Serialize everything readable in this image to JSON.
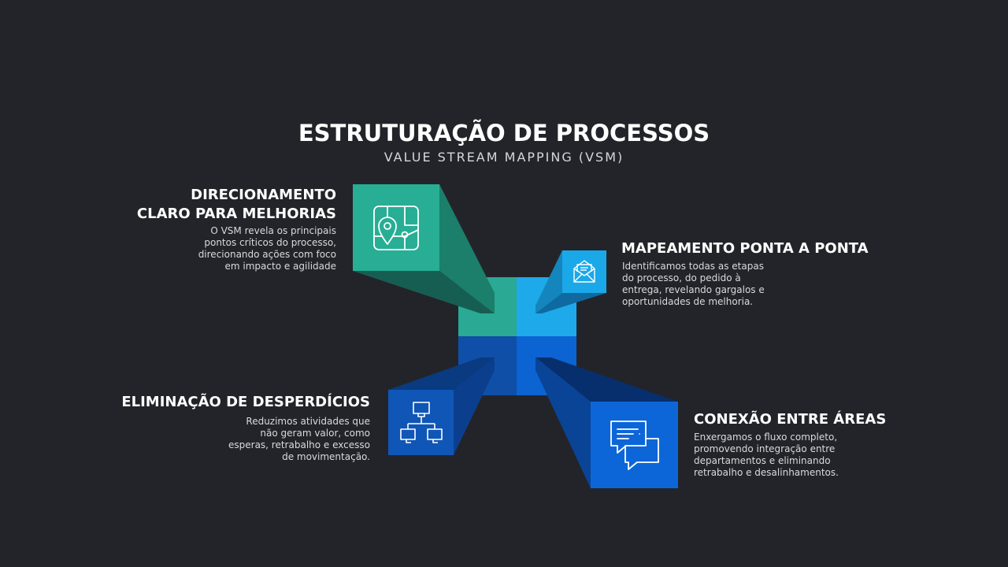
{
  "header": {
    "title": "ESTRUTURAÇÃO DE PROCESSOS",
    "subtitle": "VALUE STREAM MAPPING (VSM)"
  },
  "blocks": {
    "top_left": {
      "heading_lines": [
        "DIRECIONAMENTO",
        "CLARO PARA MELHORIAS"
      ],
      "desc_lines": [
        "O VSM revela os principais",
        "pontos críticos do processo,",
        "direcionando ações com foco",
        "em impacto e agilidade"
      ],
      "icon": "map-pin-icon",
      "color": "#27ae95"
    },
    "top_right": {
      "heading_lines": [
        "MAPEAMENTO PONTA A PONTA"
      ],
      "desc_lines": [
        "Identificamos todas as etapas",
        "do processo, do pedido à",
        "entrega, revelando gargalos e",
        "oportunidades de melhoria."
      ],
      "icon": "envelope-icon",
      "color": "#1ba8e8"
    },
    "bottom_left": {
      "heading_lines": [
        "ELIMINAÇÃO DE DESPERDÍCIOS"
      ],
      "desc_lines": [
        "Reduzimos atividades que",
        "não geram valor, como",
        "esperas, retrabalho e excesso",
        "de movimentação."
      ],
      "icon": "network-icon",
      "color": "#0f56b7"
    },
    "bottom_right": {
      "heading_lines": [
        "CONEXÃO ENTRE ÁREAS"
      ],
      "desc_lines": [
        "Enxergamos o fluxo completo,",
        "promovendo integração entre",
        "departamentos e eliminando",
        "retrabalho e desalinhamentos."
      ],
      "icon": "chat-icon",
      "color": "#0d66d8"
    }
  }
}
